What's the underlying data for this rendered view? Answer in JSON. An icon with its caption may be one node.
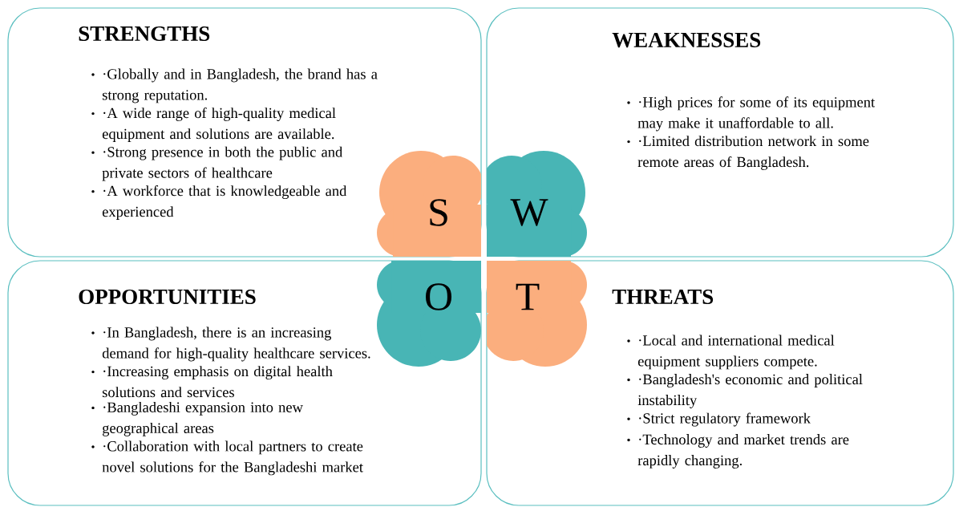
{
  "diagram": {
    "nodes": [
      {
        "text": [
          "STRENGTHS",
          "·Globally and in Bangladesh, the brand has a strong reputation.",
          "·A wide range of high-quality medical equipment and solutions are available.",
          "·Strong presence in both the public and private sectors of healthcare",
          "·A workforce that is knowledgeable and experienced"
        ]
      },
      {
        "text": [
          "WEAKNESSES",
          "·High prices for some of its equipment may make it unaffordable to all.",
          "·Limited distribution network in some remote areas of Bangladesh."
        ]
      },
      {
        "text": [
          "OPPORTUNITIES",
          "·In Bangladesh, there is an increasing demand for high-quality healthcare services.",
          "·Increasing emphasis on digital health solutions and services",
          "·Bangladeshi expansion into new geographical areas",
          "·Collaboration with local partners to create novel solutions for the Bangladeshi market"
        ]
      },
      {
        "text": [
          "THREATS",
          "·Local and international medical equipment suppliers compete.",
          "·Bangladesh's economic and political instability",
          "·Strict regulatory framework",
          "·Technology and market trends are rapidly changing."
        ]
      },
      {
        "text": [
          "S"
        ],
        "in": 0
      },
      {
        "text": [
          "W"
        ],
        "in": 1
      },
      {
        "text": [
          "O"
        ],
        "in": 2
      },
      {
        "text": [
          "T"
        ],
        "in": 3
      }
    ]
  }
}
